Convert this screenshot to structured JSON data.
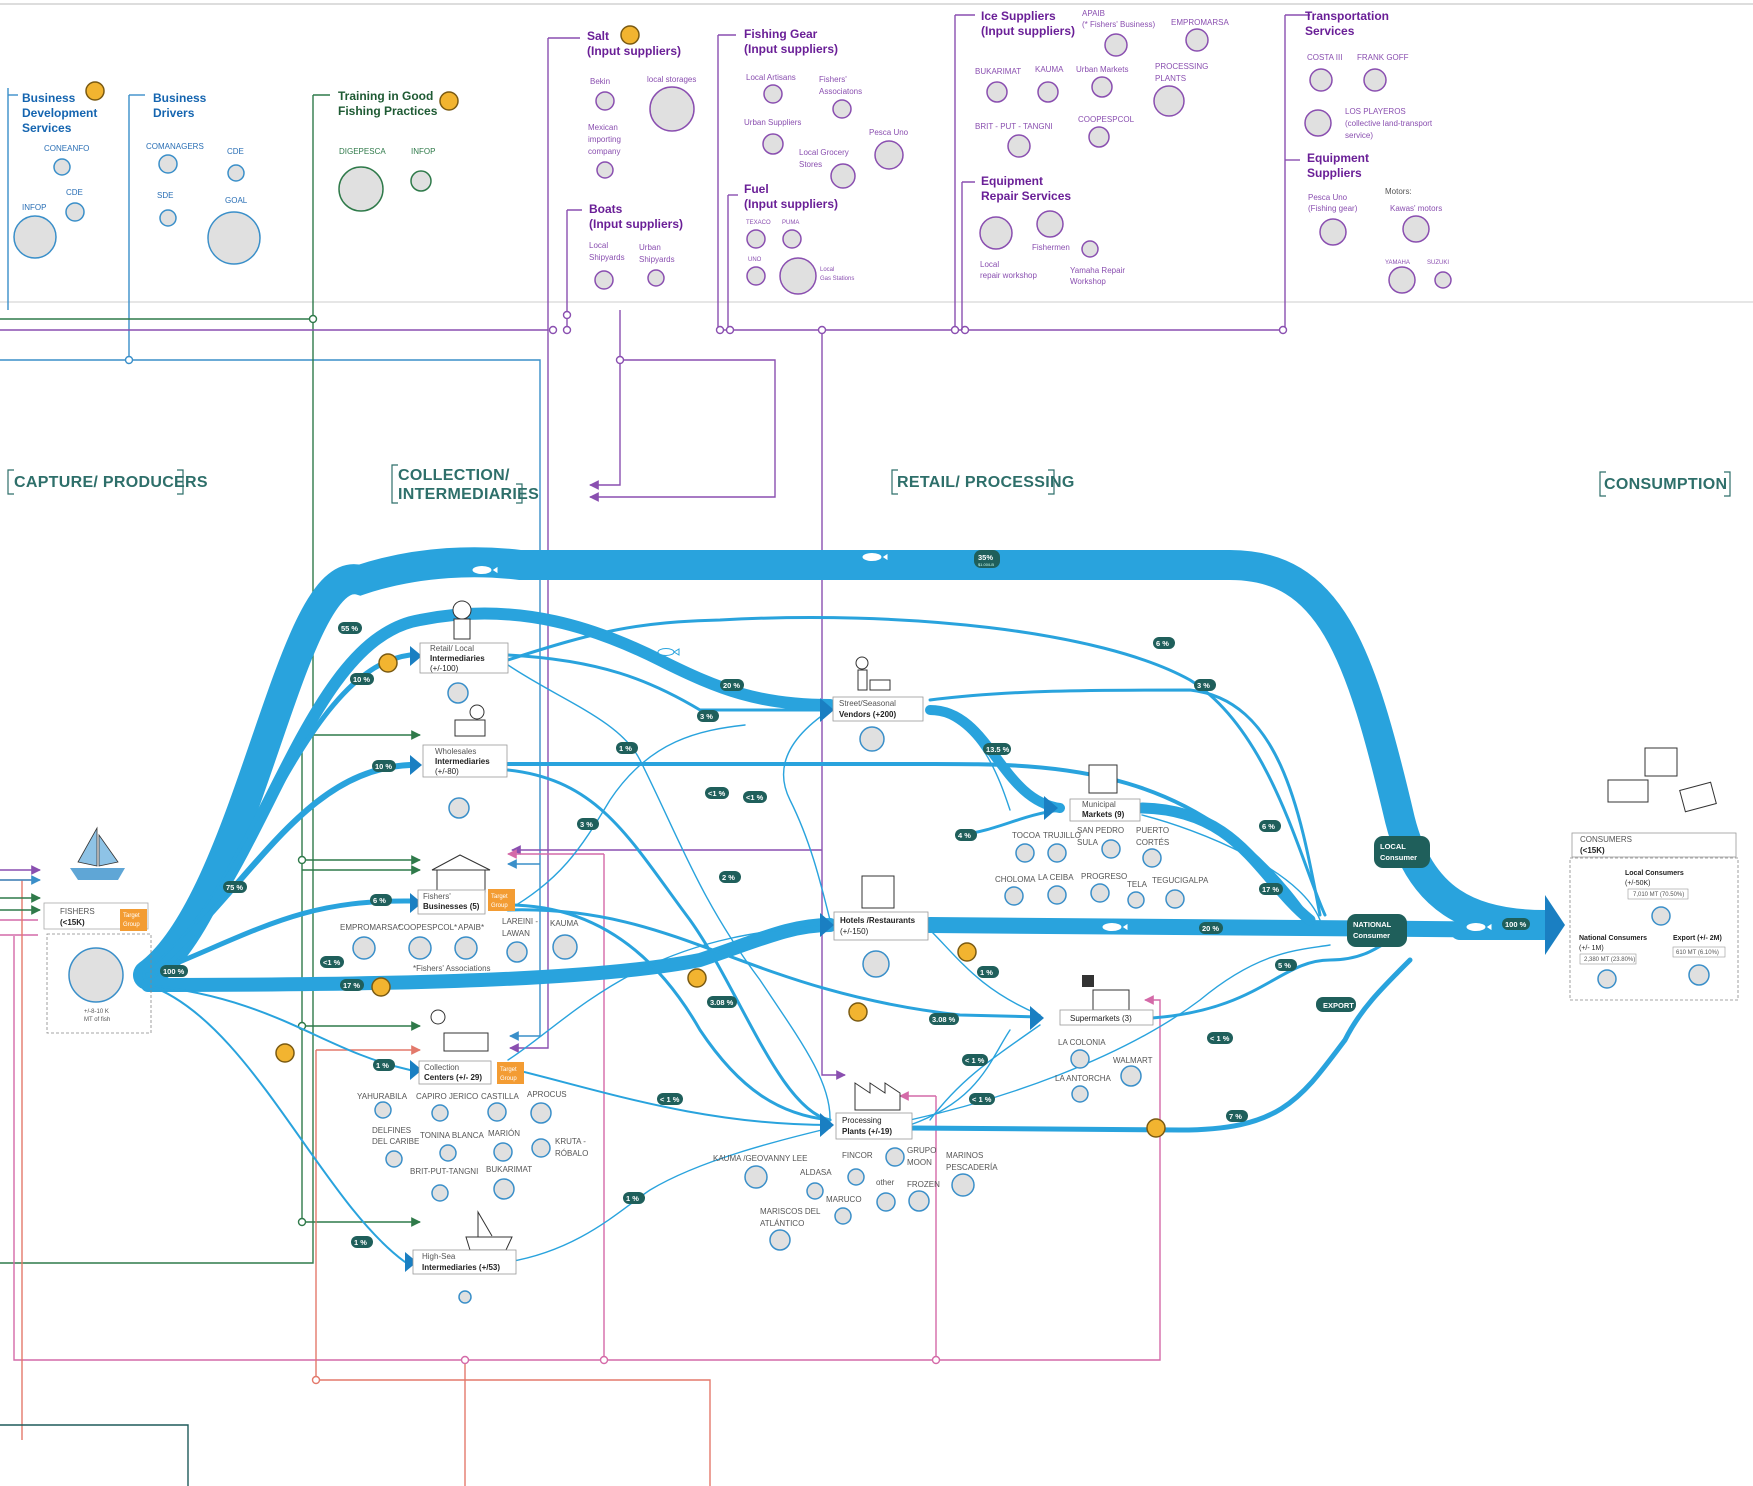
{
  "sections": {
    "capture": "CAPTURE/ PRODUCERS",
    "collection_1": "COLLECTION/",
    "collection_2": "INTERMEDIARIES",
    "retail": "RETAIL/ PROCESSING",
    "consumption": "CONSUMPTION"
  },
  "support": {
    "bds": {
      "l1": "Business",
      "l2": "Development",
      "l3": "Services",
      "members": [
        "CONEANFO",
        "CDE",
        "INFOP"
      ]
    },
    "drivers": {
      "l1": "Business",
      "l2": "Drivers",
      "members": [
        "COMANAGERS",
        "CDE",
        "SDE",
        "GOAL"
      ]
    },
    "training": {
      "l1": "Training in Good",
      "l2": "Fishing Practices",
      "members": [
        "DIGEPESCA",
        "INFOP"
      ]
    },
    "salt": {
      "l1": "Salt",
      "l2": "(Input  suppliers)",
      "members": [
        "Bekin",
        "local storages",
        "Mexican",
        "importing",
        "company"
      ]
    },
    "boats": {
      "l1": "Boats",
      "l2": "(Input suppliers)",
      "members": [
        "Local",
        "Shipyards",
        "Urban",
        "Shipyards"
      ]
    },
    "gear": {
      "l1": "Fishing Gear",
      "l2": "(Input suppliers)",
      "members": [
        "Local Artisans",
        "Fishers'",
        "Associatons",
        "Urban Suppliers",
        "Pesca Uno",
        "Local Grocery",
        "Stores"
      ]
    },
    "fuel": {
      "l1": "Fuel",
      "l2": "(Input suppliers)",
      "members": [
        "TEXACO",
        "PUMA",
        "UNO",
        "Local",
        "Gas Stations"
      ]
    },
    "ice": {
      "l1": "Ice Suppliers",
      "l2": "(Input suppliers)",
      "members": [
        "APAIB",
        "(* Fishers' Business)",
        "EMPROMARSA",
        "BUKARIMAT",
        "KAUMA",
        "Urban Markets",
        "PROCESSING",
        "PLANTS",
        "BRIT - PUT - TANGNI",
        "COOPESPCOL"
      ]
    },
    "repair": {
      "l1": "Equipment",
      "l2": "Repair Services",
      "members": [
        "Local",
        "repair workshop",
        "Fishermen",
        "Yamaha Repair",
        "Workshop"
      ]
    },
    "transport": {
      "l1": "Transportation",
      "l2": "Services",
      "members": [
        "COSTA III",
        "FRANK GOFF",
        "LOS PLAYEROS",
        "(collective land-transport",
        "service)"
      ]
    },
    "equip": {
      "l1": "Equipment",
      "l2": "Suppliers",
      "members": [
        "Pesca Uno",
        "(Fishing gear)",
        "Motors:",
        "Kawas' motors",
        "YAMAHA",
        "SUZUKI"
      ]
    }
  },
  "nodes": {
    "fishers": {
      "l1": "FISHERS",
      "l2": "(<15K)",
      "tg": [
        "Target",
        "Group"
      ],
      "note1": "+/-8-10 K",
      "note2": "MT of fish"
    },
    "retail_int": {
      "l1": "Retail/ Local",
      "l2": "Intermediaries",
      "l3": "(+/-100)"
    },
    "wholesale": {
      "l1": "Wholesales",
      "l2": "Intermediaries",
      "l3": "(+/-80)"
    },
    "fbiz": {
      "l1": "Fishers'",
      "l2": "Businesses (5)",
      "tg": [
        "Target",
        "Group"
      ],
      "members": [
        "EMPROMARSA*",
        "COOPESPCOL*",
        "APAIB*",
        "LAREINI -",
        "LAWAN",
        "KAUMA"
      ],
      "note": "*Fishers' Associations"
    },
    "collection": {
      "l1": "Collection",
      "l2": "Centers (+/- 29)",
      "tg": [
        "Target",
        "Group"
      ],
      "members": [
        "YAHURABILA",
        "CAPIRO JERICO",
        "CASTILLA",
        "APROCUS",
        "DELFINES",
        "DEL CARIBE",
        "TONINA BLANCA",
        "MARIÓN",
        "KRUTA -",
        "RÓBALO",
        "BRIT-PUT-TANGNI",
        "BUKARIMAT"
      ]
    },
    "highsea": {
      "l1": "High-Sea",
      "l2": "Intermediaries (+/53)"
    },
    "street": {
      "l1": "Street/Seasonal",
      "l2": "Vendors (+200)"
    },
    "municipal": {
      "l1": "Municipal",
      "l2": "Markets (9)",
      "members": [
        "TOCOA",
        "TRUJILLO",
        "SAN PEDRO",
        "SULA",
        "PUERTO",
        "CORTÉS",
        "CHOLOMA",
        "LA CEIBA",
        "PROGRESO",
        "TELA",
        "TEGUCIGALPA"
      ]
    },
    "hotels": {
      "l1": "Hotels /Restaurants",
      "l2": "(+/-150)"
    },
    "supermarkets": {
      "l1": "Supermarkets (3)",
      "members": [
        "LA COLONIA",
        "WALMART",
        "LA ANTORCHA"
      ]
    },
    "processing": {
      "l1": "Processing",
      "l2": "Plants (+/-19)",
      "members": [
        "KAUMA /GEOVANNY LEE",
        "ALDASA",
        "FINCOR",
        "GRUPO",
        "MOON",
        "MARINOS",
        "PESCADERÍA",
        "MARUCO",
        "other",
        "FROZEN",
        "MARISCOS DEL",
        "ATLÁNTICO"
      ]
    },
    "consumers": {
      "l1": "CONSUMERS",
      "l2": "(<15K)",
      "local": {
        "t": "Local Consumers",
        "s": "(+/-50K)",
        "mt": "7,010 MT (70.50%)"
      },
      "national": {
        "t": "National Consumers",
        "s": "(+/- 1M)",
        "mt": "2,380 MT (23.80%)"
      },
      "export": {
        "t": "Export (+/- 2M)",
        "mt": "610 MT (6.10%)"
      }
    },
    "local_c": {
      "l1": "LOCAL",
      "l2": "Consumer"
    },
    "national_c": {
      "l1": "NATIONAL",
      "l2": "Consumer"
    },
    "export_c": "EXPORT"
  },
  "badges": {
    "b35": "35%",
    "b35s": "$1.00/LB",
    "b55": "55 %",
    "b10a": "10 %",
    "b10b": "10 %",
    "b75": "75 %",
    "b6a": "6 %",
    "b1a": "<1 %",
    "b17a": "17 %",
    "b100a": "100 %",
    "b20a": "20 %",
    "b3a": "3 %",
    "b1b": "1 %",
    "b3b": "3 %",
    "b2": "2 %",
    "b1c": "<1 %",
    "b1d": "<1 %",
    "b308a": "3.08 %",
    "b1e": "1 %",
    "b1f": "< 1 %",
    "b1g": "1 %",
    "b1h": "1 %",
    "b6b": "6 %",
    "b3c": "3 %",
    "b135": "13.5 %",
    "b4": "4 %",
    "b6c": "6 %",
    "b17b": "17 %",
    "b20b": "20 %",
    "b308b": "3.08 %",
    "b1i": "1 %",
    "b1j": "< 1 %",
    "b1k": "< 1 %",
    "b5": "5 %",
    "b1l": "< 1 %",
    "b7": "7 %",
    "b100b": "100 %"
  },
  "colors": {
    "flow": "#29a3dd",
    "badge": "#1f5f5b",
    "purple": "#8a4fb0",
    "green": "#2f7a4a",
    "blue": "#3a8fc9",
    "pink": "#d46aa8",
    "salmon": "#e3796b",
    "orange": "#f39c33",
    "bubble": "#e0e0e0"
  }
}
